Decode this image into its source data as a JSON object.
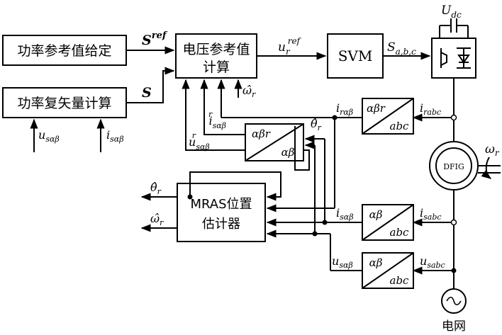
{
  "blocks": {
    "power_ref": "功率参考值给定",
    "power_calc": "功率复矢量计算",
    "vref_line1": "电压参考值",
    "vref_line2": "计算",
    "svm": "SVM",
    "mras_line1": "MRAS位置",
    "mras_line2": "估计器",
    "dfig": "DFIG",
    "grid": "电网"
  },
  "transforms": {
    "rotor_top": "αβr",
    "rotor_bottom": "abc",
    "inverse_top": "αβr",
    "inverse_bottom": "αβ",
    "stator_i_top": "αβ",
    "stator_i_bottom": "abc",
    "stator_u_top": "αβ",
    "stator_u_bottom": "abc"
  },
  "signals": {
    "S_ref_main": "S",
    "S_ref_sup": "ref",
    "S_main": "S",
    "ur_main": "u",
    "ur_sub": "r",
    "ur_sup": "ref",
    "switch_main": "S",
    "switch_sub": "a,b,c",
    "udc_main": "U",
    "udc_sub": "dc",
    "omega_hat_in": "ω̂",
    "omega_hat_in_sub": "r",
    "theta_hat_mid": "θ̂",
    "theta_hat_mid_sub": "r",
    "is_r_main": "i",
    "is_r_sub": "sαβ",
    "is_r_sup": "r",
    "us_r_main": "u",
    "us_r_sub": "sαβ",
    "us_r_sup": "r",
    "i_ralphabeta_main": "i",
    "i_ralphabeta_sub": "rαβ",
    "i_rabc_main": "i",
    "i_rabc_sub": "rabc",
    "omega_r_main": "ω",
    "omega_r_sub": "r",
    "theta_out_main": "θ̂",
    "theta_out_sub": "r",
    "omega_out_main": "ω̂",
    "omega_out_sub": "r",
    "is_ab_main": "i",
    "is_ab_sub": "sαβ",
    "i_sabc_main": "i",
    "i_sabc_sub": "sabc",
    "us_ab_main": "u",
    "us_ab_sub": "sαβ",
    "u_sabc_main": "u",
    "u_sabc_sub": "sabc",
    "us_in_main": "u",
    "us_in_sub": "sαβ",
    "is_in_main": "i",
    "is_in_sub": "sαβ",
    "grid_symbol": "~"
  }
}
